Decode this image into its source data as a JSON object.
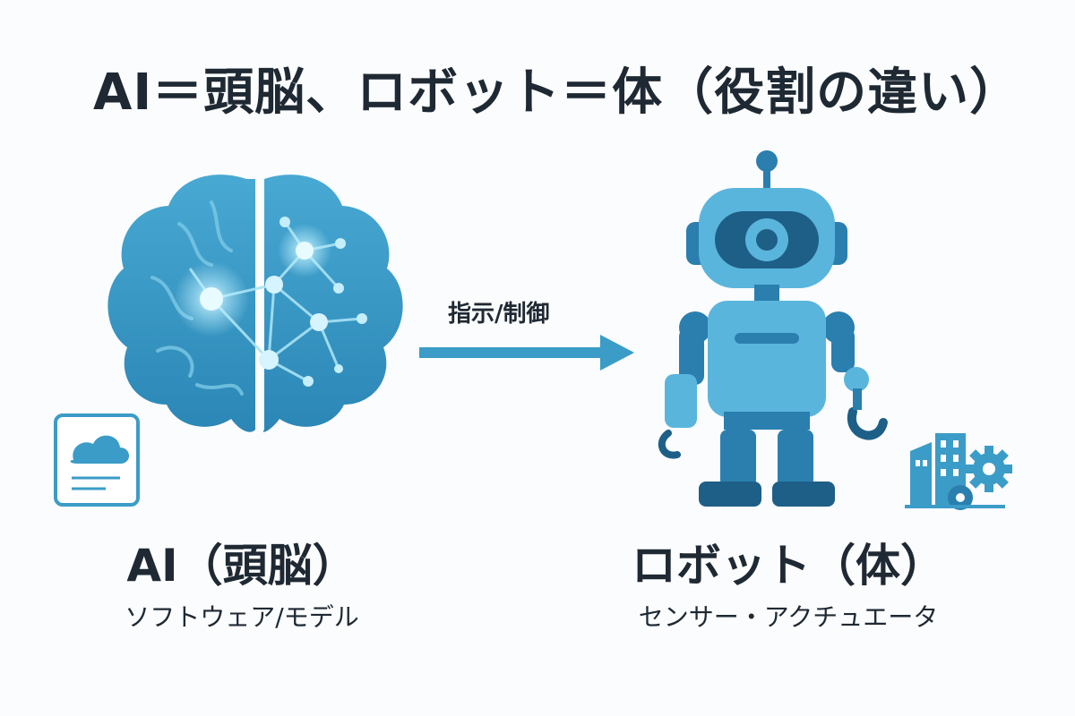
{
  "title": "AI＝頭脳、ロボット＝体（役割の違い）",
  "arrow_label": "指示/制御",
  "ai": {
    "title": "AI（頭脳）",
    "subtitle": "ソフトウェア/モデル"
  },
  "robot": {
    "title": "ロボット（体）",
    "subtitle": "センサー・アクチュエータ"
  },
  "colors": {
    "dark": "#1f2933",
    "brain": "#3b9cc7",
    "brain_light": "#7cc9e6",
    "robot_light": "#5ab5dc",
    "robot_dark": "#2a7fae",
    "robot_deep": "#1e5f87"
  },
  "icons": [
    "brain-icon",
    "neural-network-icon",
    "cloud-document-icon",
    "arrow-right-icon",
    "robot-icon",
    "buildings-gear-icon"
  ]
}
